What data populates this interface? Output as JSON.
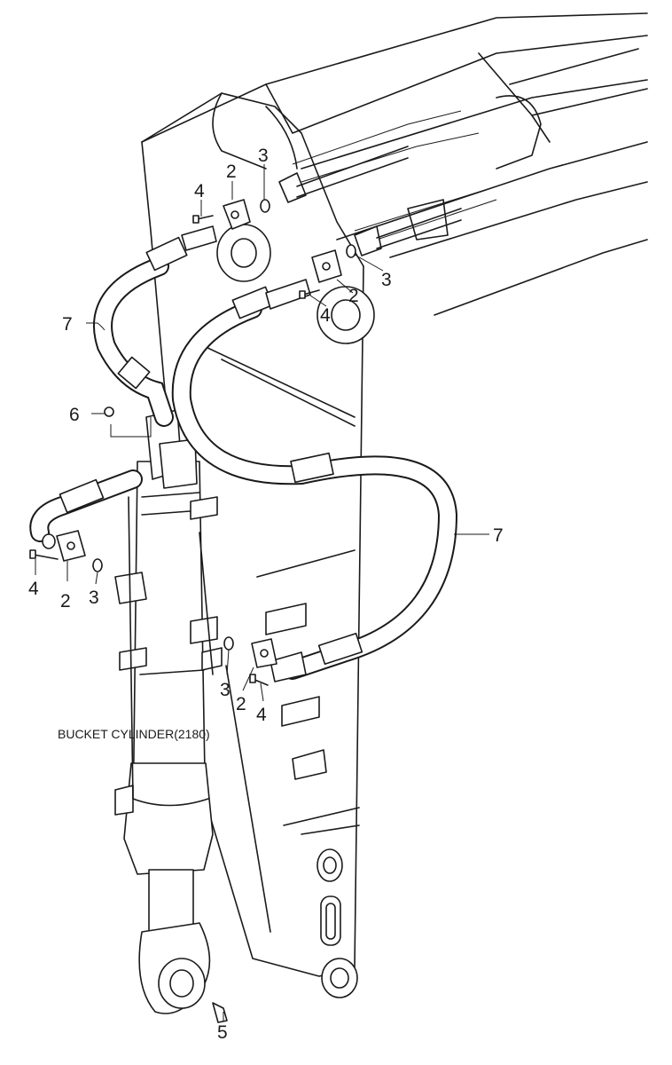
{
  "diagram": {
    "caption": "BUCKET CYLINDER(2180)",
    "callouts": [
      {
        "id": "c2a",
        "label": "2"
      },
      {
        "id": "c3a",
        "label": "3"
      },
      {
        "id": "c4a",
        "label": "4"
      },
      {
        "id": "c3b",
        "label": "3"
      },
      {
        "id": "c2b",
        "label": "2"
      },
      {
        "id": "c4b",
        "label": "4"
      },
      {
        "id": "c7a",
        "label": "7"
      },
      {
        "id": "c6",
        "label": "6"
      },
      {
        "id": "c7b",
        "label": "7"
      },
      {
        "id": "c4c",
        "label": "4"
      },
      {
        "id": "c2c",
        "label": "2"
      },
      {
        "id": "c3c",
        "label": "3"
      },
      {
        "id": "c3d",
        "label": "3"
      },
      {
        "id": "c2d",
        "label": "2"
      },
      {
        "id": "c4d",
        "label": "4"
      },
      {
        "id": "c5",
        "label": "5"
      }
    ]
  }
}
